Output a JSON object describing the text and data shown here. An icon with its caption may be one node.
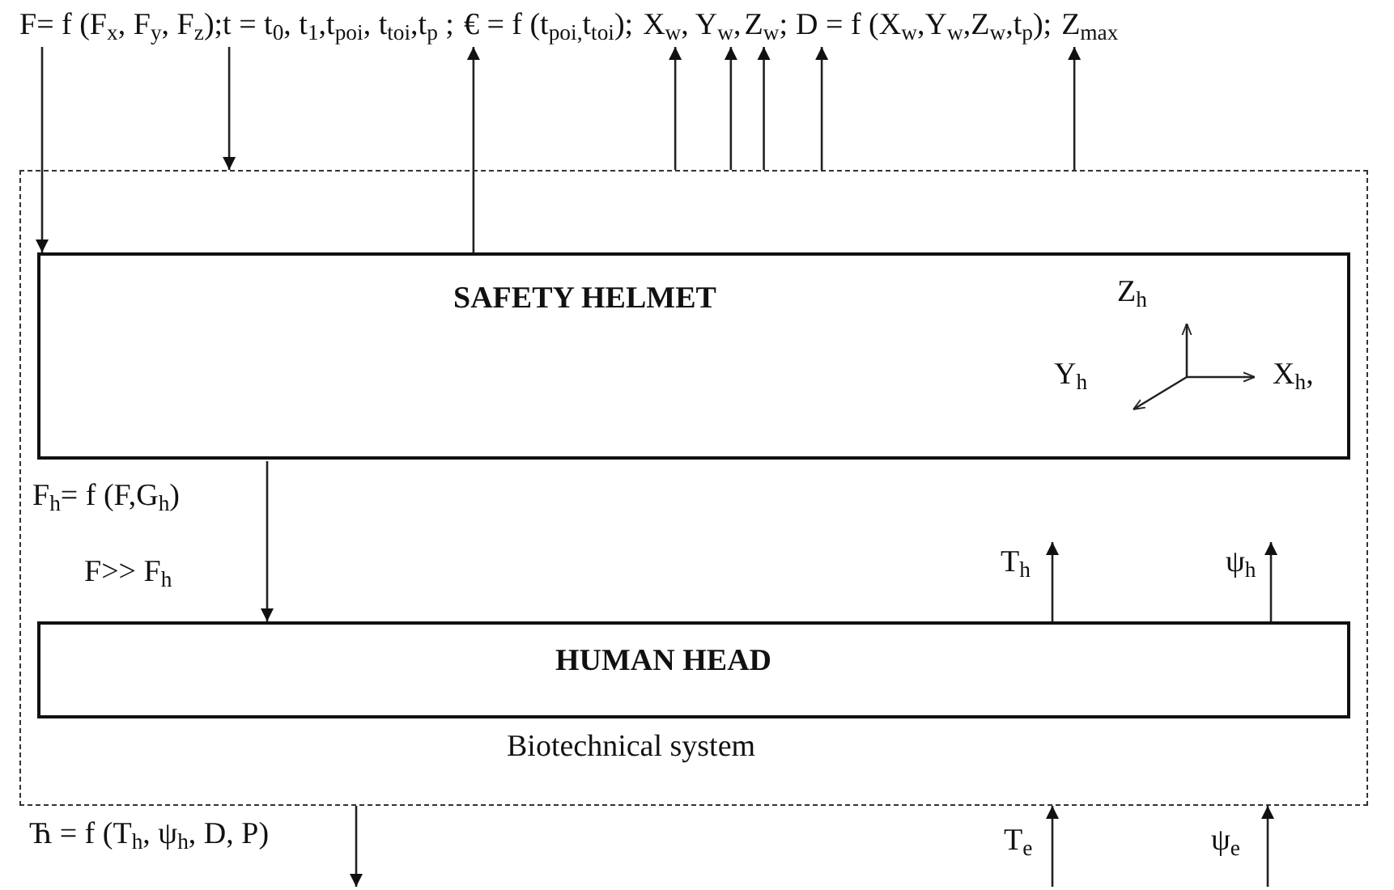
{
  "diagram": {
    "nodes": [
      {
        "text": [
          "Biotechnical system"
        ]
      },
      {
        "text": [
          "SAFETY HELMET"
        ],
        "in": 0
      },
      {
        "text": [
          "HUMAN HEAD"
        ],
        "in": 0
      },
      {
        "text": [
          "F= f (F$_{x}$, F$_{y}$, F$_{z}$);"
        ]
      },
      {
        "text": [
          "t = t$_{0}$, t$_{1}$,t$_{poi}$, t$_{toi}$,t$_{p}$ ;"
        ]
      },
      {
        "text": [
          "€ = f (t$_{poi,}$t$_{toi}$);"
        ]
      },
      {
        "text": [
          "X$_{w}$,"
        ]
      },
      {
        "text": [
          "Y$_{w}$,"
        ]
      },
      {
        "text": [
          "Z$_{w}$;"
        ]
      },
      {
        "text": [
          "D = f (X$_{w}$,Y$_{w}$,Z$_{w}$,t$_{p}$);"
        ]
      },
      {
        "text": [
          "Z$_{max}$"
        ]
      }
    ],
    "edges": [
      {
        "from": 3,
        "to": 1,
        "arrow": "to"
      },
      {
        "from": 4,
        "to": 0,
        "arrow": "to"
      },
      {
        "from": 1,
        "to": 5,
        "arrow": "to"
      },
      {
        "from": 0,
        "to": 6,
        "arrow": "to"
      },
      {
        "from": 0,
        "to": 7,
        "arrow": "to"
      },
      {
        "from": 0,
        "to": 8,
        "arrow": "to"
      },
      {
        "from": 0,
        "to": 9,
        "arrow": "to"
      },
      {
        "from": 0,
        "to": 10,
        "arrow": "to"
      },
      {
        "from": 1,
        "to": 2,
        "arrow": "to"
      },
      {
        "from": 2,
        "to": null,
        "arrow": "to",
        "label": "T$_{h}$"
      },
      {
        "from": 2,
        "to": null,
        "arrow": "to",
        "label": "ψ$_{h}$"
      },
      {
        "from": 0,
        "to": null,
        "arrow": "to",
        "label": "Ћ = f (T$_{h}$, ψ$_{h}$, D, P)"
      },
      {
        "from": null,
        "to": 0,
        "arrow": "to",
        "label": "T$_{e}$"
      },
      {
        "from": null,
        "to": 0,
        "arrow": "to",
        "label": "ψ$_{e}$"
      }
    ],
    "labels": [
      "F$_{h}$=  f (F,G$_{h}$)",
      "F>> F$_{h}$",
      "Z$_{h}$",
      "Y$_{h}$",
      "X$_{h}$,"
    ]
  }
}
